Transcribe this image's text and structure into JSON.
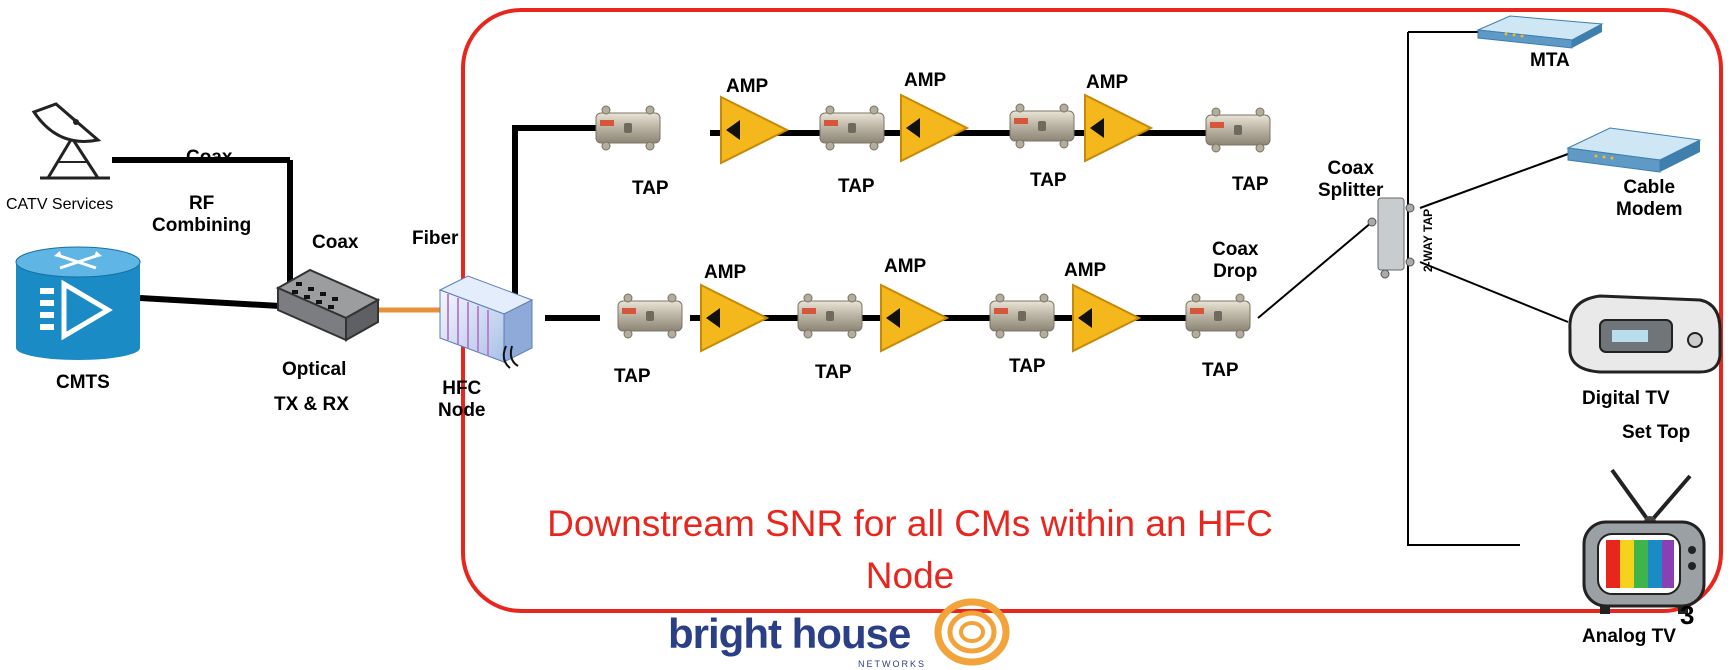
{
  "labels": {
    "catv_services": "CATV Services",
    "cmts": "CMTS",
    "coax_1": "Coax",
    "rf_combining": "RF\nCombining",
    "coax_2": "Coax",
    "optical": "Optical",
    "tx_rx": "TX & RX",
    "fiber": "Fiber",
    "hfc_node": "HFC\nNode",
    "coax_splitter": "Coax\nSplitter",
    "coax_drop": "Coax\nDrop",
    "two_way_tap": "2-WAY TAP",
    "mta": "MTA",
    "cable_modem": "Cable\nModem",
    "digital_tv": "Digital TV",
    "set_top": "Set Top",
    "analog_tv": "Analog TV",
    "amp": "AMP",
    "tap": "TAP"
  },
  "caption": "Downstream SNR for all CMs within an HFC Node",
  "brand": {
    "name": "bright house",
    "sub": "NETWORKS"
  },
  "page_number": "3",
  "colors": {
    "highlight_border": "#e8261d",
    "caption": "#e8261d",
    "fiber": "#e8913a",
    "amp_fill": "#f5b81c",
    "cmts_fill": "#1b8bc5",
    "brand": "#2b3f86",
    "brand_ring": "#f2a33a"
  }
}
